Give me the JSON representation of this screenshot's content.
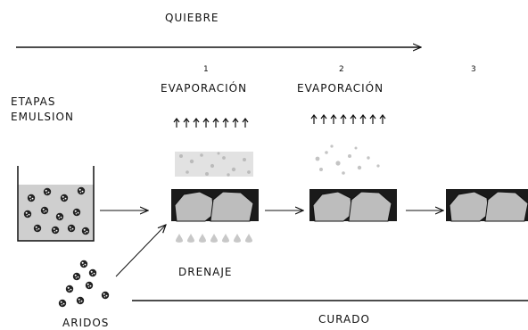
{
  "top_label": "QUIEBRE",
  "bottom_label": "CURADO",
  "side_label": [
    "ETAPAS",
    "EMULSION"
  ],
  "aggregates_label": "ARIDOS",
  "drain_label": "DRENAJE",
  "stages": [
    {
      "number": "1",
      "label": "EVAPORACIÓN"
    },
    {
      "number": "2",
      "label": "EVAPORACIÓN"
    },
    {
      "number": "3",
      "label": ""
    }
  ],
  "colors": {
    "ink": "#111111",
    "stone": "#bdbdbd",
    "water": "#cfcfcf",
    "binder": "#1a1a1a"
  },
  "icons": [
    "up-arrow-icon",
    "drop-icon",
    "aggregate-particle-icon",
    "container-icon"
  ]
}
